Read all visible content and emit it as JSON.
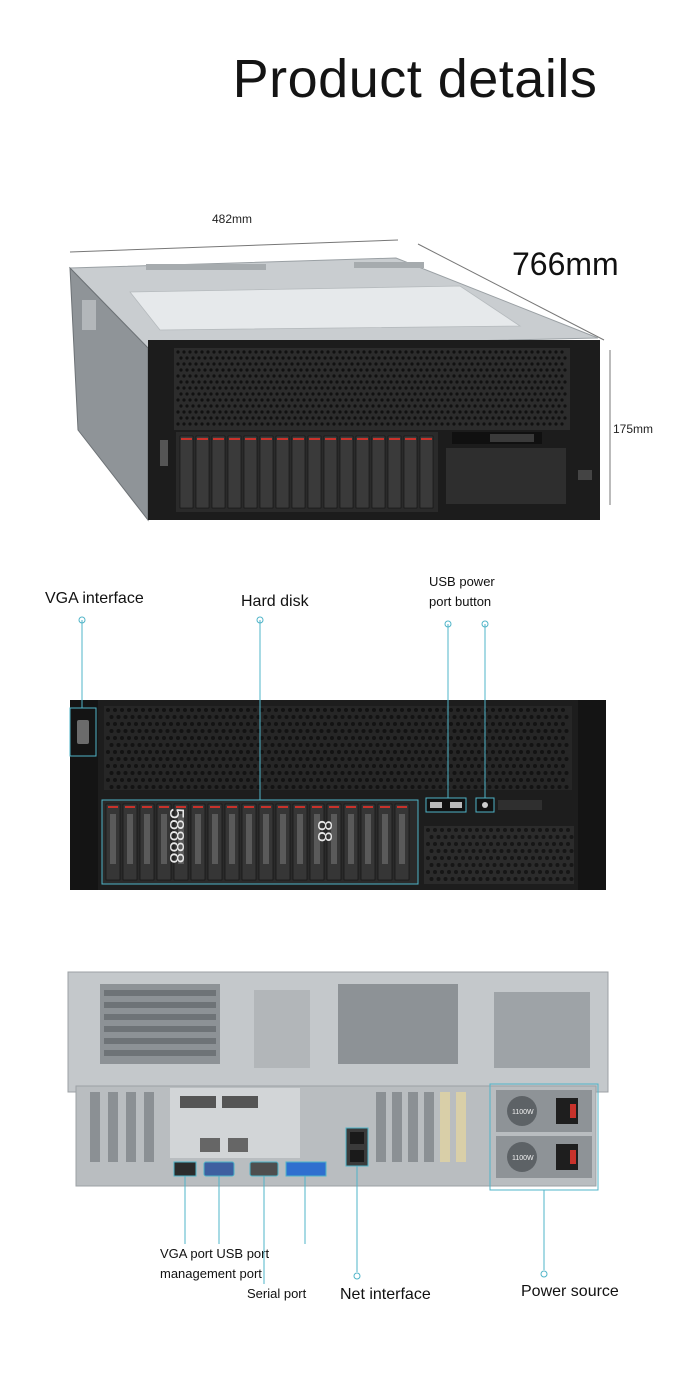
{
  "page": {
    "title": "Product details"
  },
  "dimensions": {
    "width": "482mm",
    "depth": "766mm",
    "height": "175mm"
  },
  "front_panel": {
    "callouts": {
      "vga": "VGA interface",
      "hard_disk": "Hard disk",
      "usb_line1": "USB power",
      "usb_line2": "port button"
    },
    "disk_overlay_1": "58888",
    "disk_overlay_2": "88"
  },
  "rear_panel": {
    "callouts": {
      "vga_usb": "VGA port USB port",
      "management": "management port",
      "serial": "Serial port",
      "net": "Net interface",
      "power": "Power source"
    },
    "psu_label": "1100W"
  },
  "colors": {
    "callout_line": "#4fb4c8",
    "chassis_dark": "#1c1c1c",
    "chassis_silver": "#bfc3c6",
    "accent_red": "#c8322b"
  }
}
